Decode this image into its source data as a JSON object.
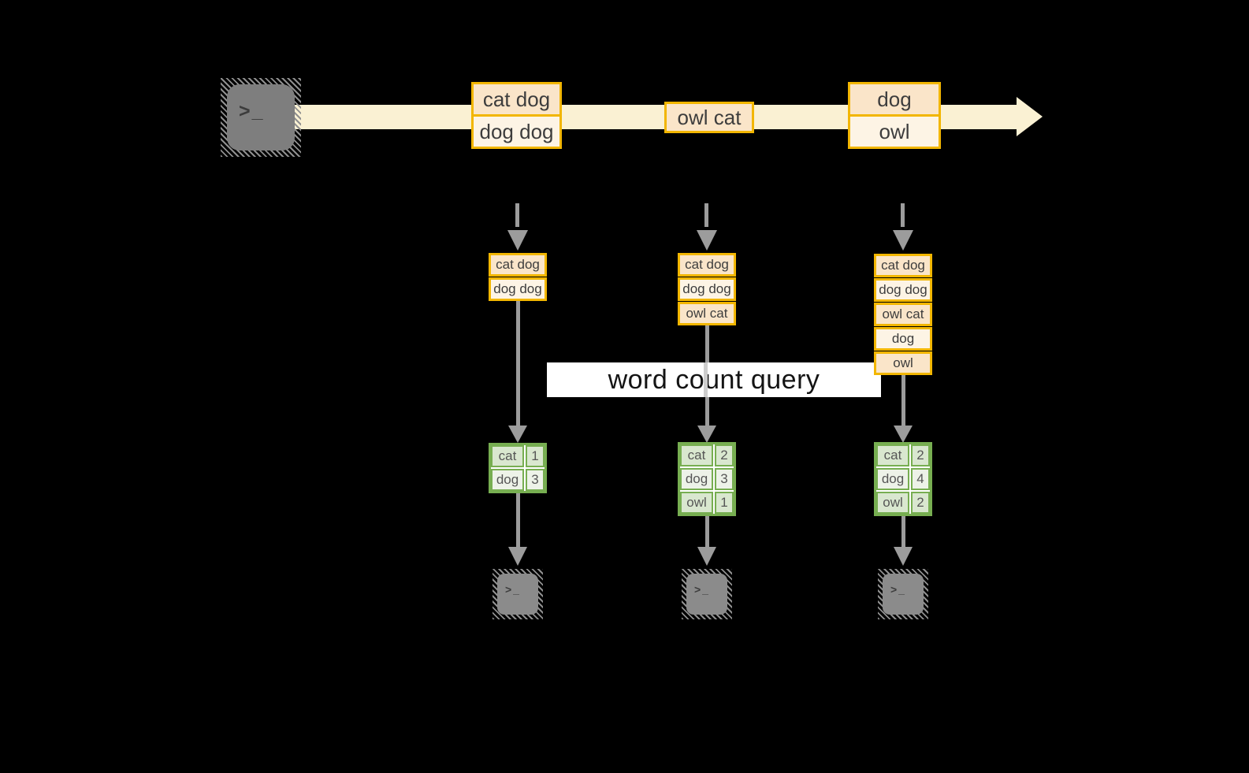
{
  "colors": {
    "background": "#000000",
    "gold_border": "#F2B600",
    "peach_fill": "#FAE5C9",
    "cream_fill": "#FDF4E5",
    "stream_band": "#FAF1D3",
    "green_border": "#77AE51",
    "green_dark_fill": "#D9E7CF",
    "green_light_fill": "#EDF2E8",
    "arrow_gray": "#9C9C9C",
    "terminal_gray": "#7E7E7E",
    "banner_bg": "#FFFFFF"
  },
  "terminal_glyph": ">_",
  "stream": {
    "batches": [
      {
        "rows": [
          "cat dog",
          "dog dog"
        ]
      },
      {
        "rows": [
          "owl cat"
        ]
      },
      {
        "rows": [
          "dog",
          "owl"
        ]
      }
    ]
  },
  "banner": {
    "label": "word count query"
  },
  "columns": [
    {
      "buffer": [
        "cat dog",
        "dog dog"
      ],
      "counts": [
        [
          "cat",
          "1"
        ],
        [
          "dog",
          "3"
        ]
      ]
    },
    {
      "buffer": [
        "cat dog",
        "dog dog",
        "owl cat"
      ],
      "counts": [
        [
          "cat",
          "2"
        ],
        [
          "dog",
          "3"
        ],
        [
          "owl",
          "1"
        ]
      ]
    },
    {
      "buffer": [
        "cat dog",
        "dog dog",
        "owl cat",
        "dog",
        "owl"
      ],
      "counts": [
        [
          "cat",
          "2"
        ],
        [
          "dog",
          "4"
        ],
        [
          "owl",
          "2"
        ]
      ]
    }
  ]
}
